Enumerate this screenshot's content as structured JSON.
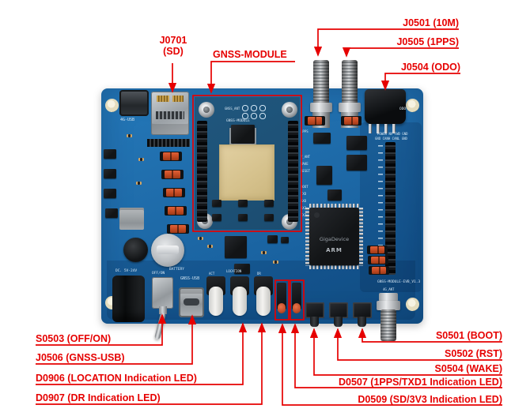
{
  "figure": "annotated-gnss-evaluation-board-photo",
  "colors": {
    "callout_red": "#e60000",
    "pcb_blue": "#1e6aa8",
    "module_zone_blue": "#1d5277",
    "patch_antenna_tan": "#d9c695",
    "jumper_orange": "#cf4f2e"
  },
  "callouts": {
    "j0701_line1": "J0701",
    "j0701_line2": "(SD)",
    "gnss_module": "GNSS-MODULE",
    "j0501": "J0501 (10M)",
    "j0505": "J0505 (1PPS)",
    "j0504": "J0504 (ODO)",
    "s0503": "S0503 (OFF/ON)",
    "j0506": "J0506 (GNSS-USB)",
    "d0906": "D0906 (LOCATION Indication LED)",
    "d0907": "D0907 (DR Indication LED)",
    "s0501": "S0501 (BOOT)",
    "s0502": "S0502 (RST)",
    "s0504": "S0504 (WAKE)",
    "d0507": "D0507 (1PPS/TXD1 Indication LED)",
    "d0509": "D0509 (SD/3V3 Indication LED)"
  },
  "silkscreen": {
    "usb_4g": "4G-USB",
    "odo": "ODO",
    "gnss_ant": "GNSS_ANT",
    "gnss_module": "GNSS-MODULE",
    "header_row1": "POWER NV FWD GND",
    "header_row2": "GND CANH CANL GND",
    "battery": "BATTERY",
    "dc": "DC. 5V-24V",
    "off_on": "OFF/ON",
    "gnss_usb": "GNSS-USB",
    "led_act": "ACT",
    "led_location": "LOCATION",
    "led_dr": "DR",
    "ant_4g": "4G_ANT",
    "board_name": "GNSS-MODULE-EVB_V1.3",
    "module_pins": [
      "1PPS",
      "V_ANT",
      "WAKE",
      "RESET",
      "BOOT",
      "TXD",
      "RXD",
      "RX2",
      "TX2"
    ]
  },
  "chip": {
    "brand": "GigaDevice",
    "core": "ARM"
  }
}
